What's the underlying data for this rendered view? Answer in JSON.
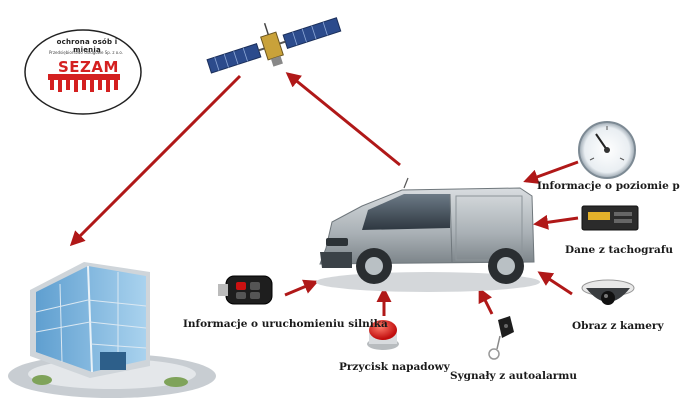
{
  "logo": {
    "brand": "SEZAM",
    "tagline": "ochrona osób i mienia",
    "fine_print": "Przedsiębiorstwo Usługowe Sp. z o.o."
  },
  "labels": {
    "fuel": "Informacje o poziomie paliwa",
    "tachograph": "Dane z tachografu",
    "camera": "Obraz z kamery",
    "alarm": "Sygnały z autoalarmu",
    "panic": "Przycisk napadowy",
    "ignition": "Informacje o uruchomieniu silnika"
  },
  "colors": {
    "arrow": "#b01818",
    "brand_red": "#d42020"
  }
}
